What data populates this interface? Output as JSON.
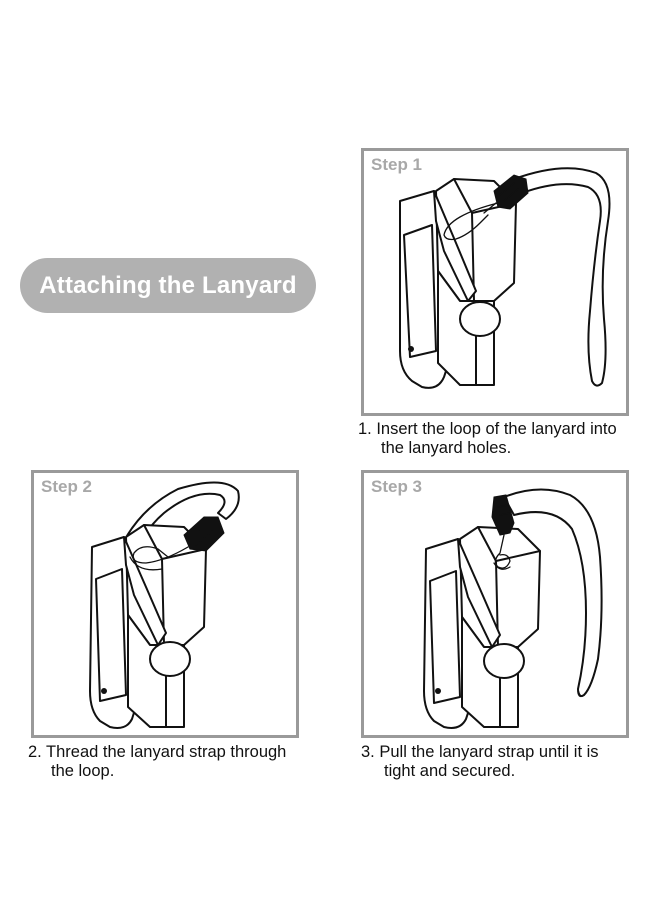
{
  "title": "Attaching the Lanyard",
  "steps": [
    {
      "label": "Step 1",
      "caption_line1": "1. Insert the loop of the lanyard into",
      "caption_line2": "the lanyard holes."
    },
    {
      "label": "Step 2",
      "caption_line1": "2. Thread the lanyard strap through",
      "caption_line2": "the loop."
    },
    {
      "label": "Step 3",
      "caption_line1": "3. Pull the lanyard strap until it is",
      "caption_line2": "tight and secured."
    }
  ],
  "colors": {
    "title_pill": "#b1b1b1",
    "panel_border": "#9a9a9a",
    "step_label": "#a8a8a8"
  }
}
